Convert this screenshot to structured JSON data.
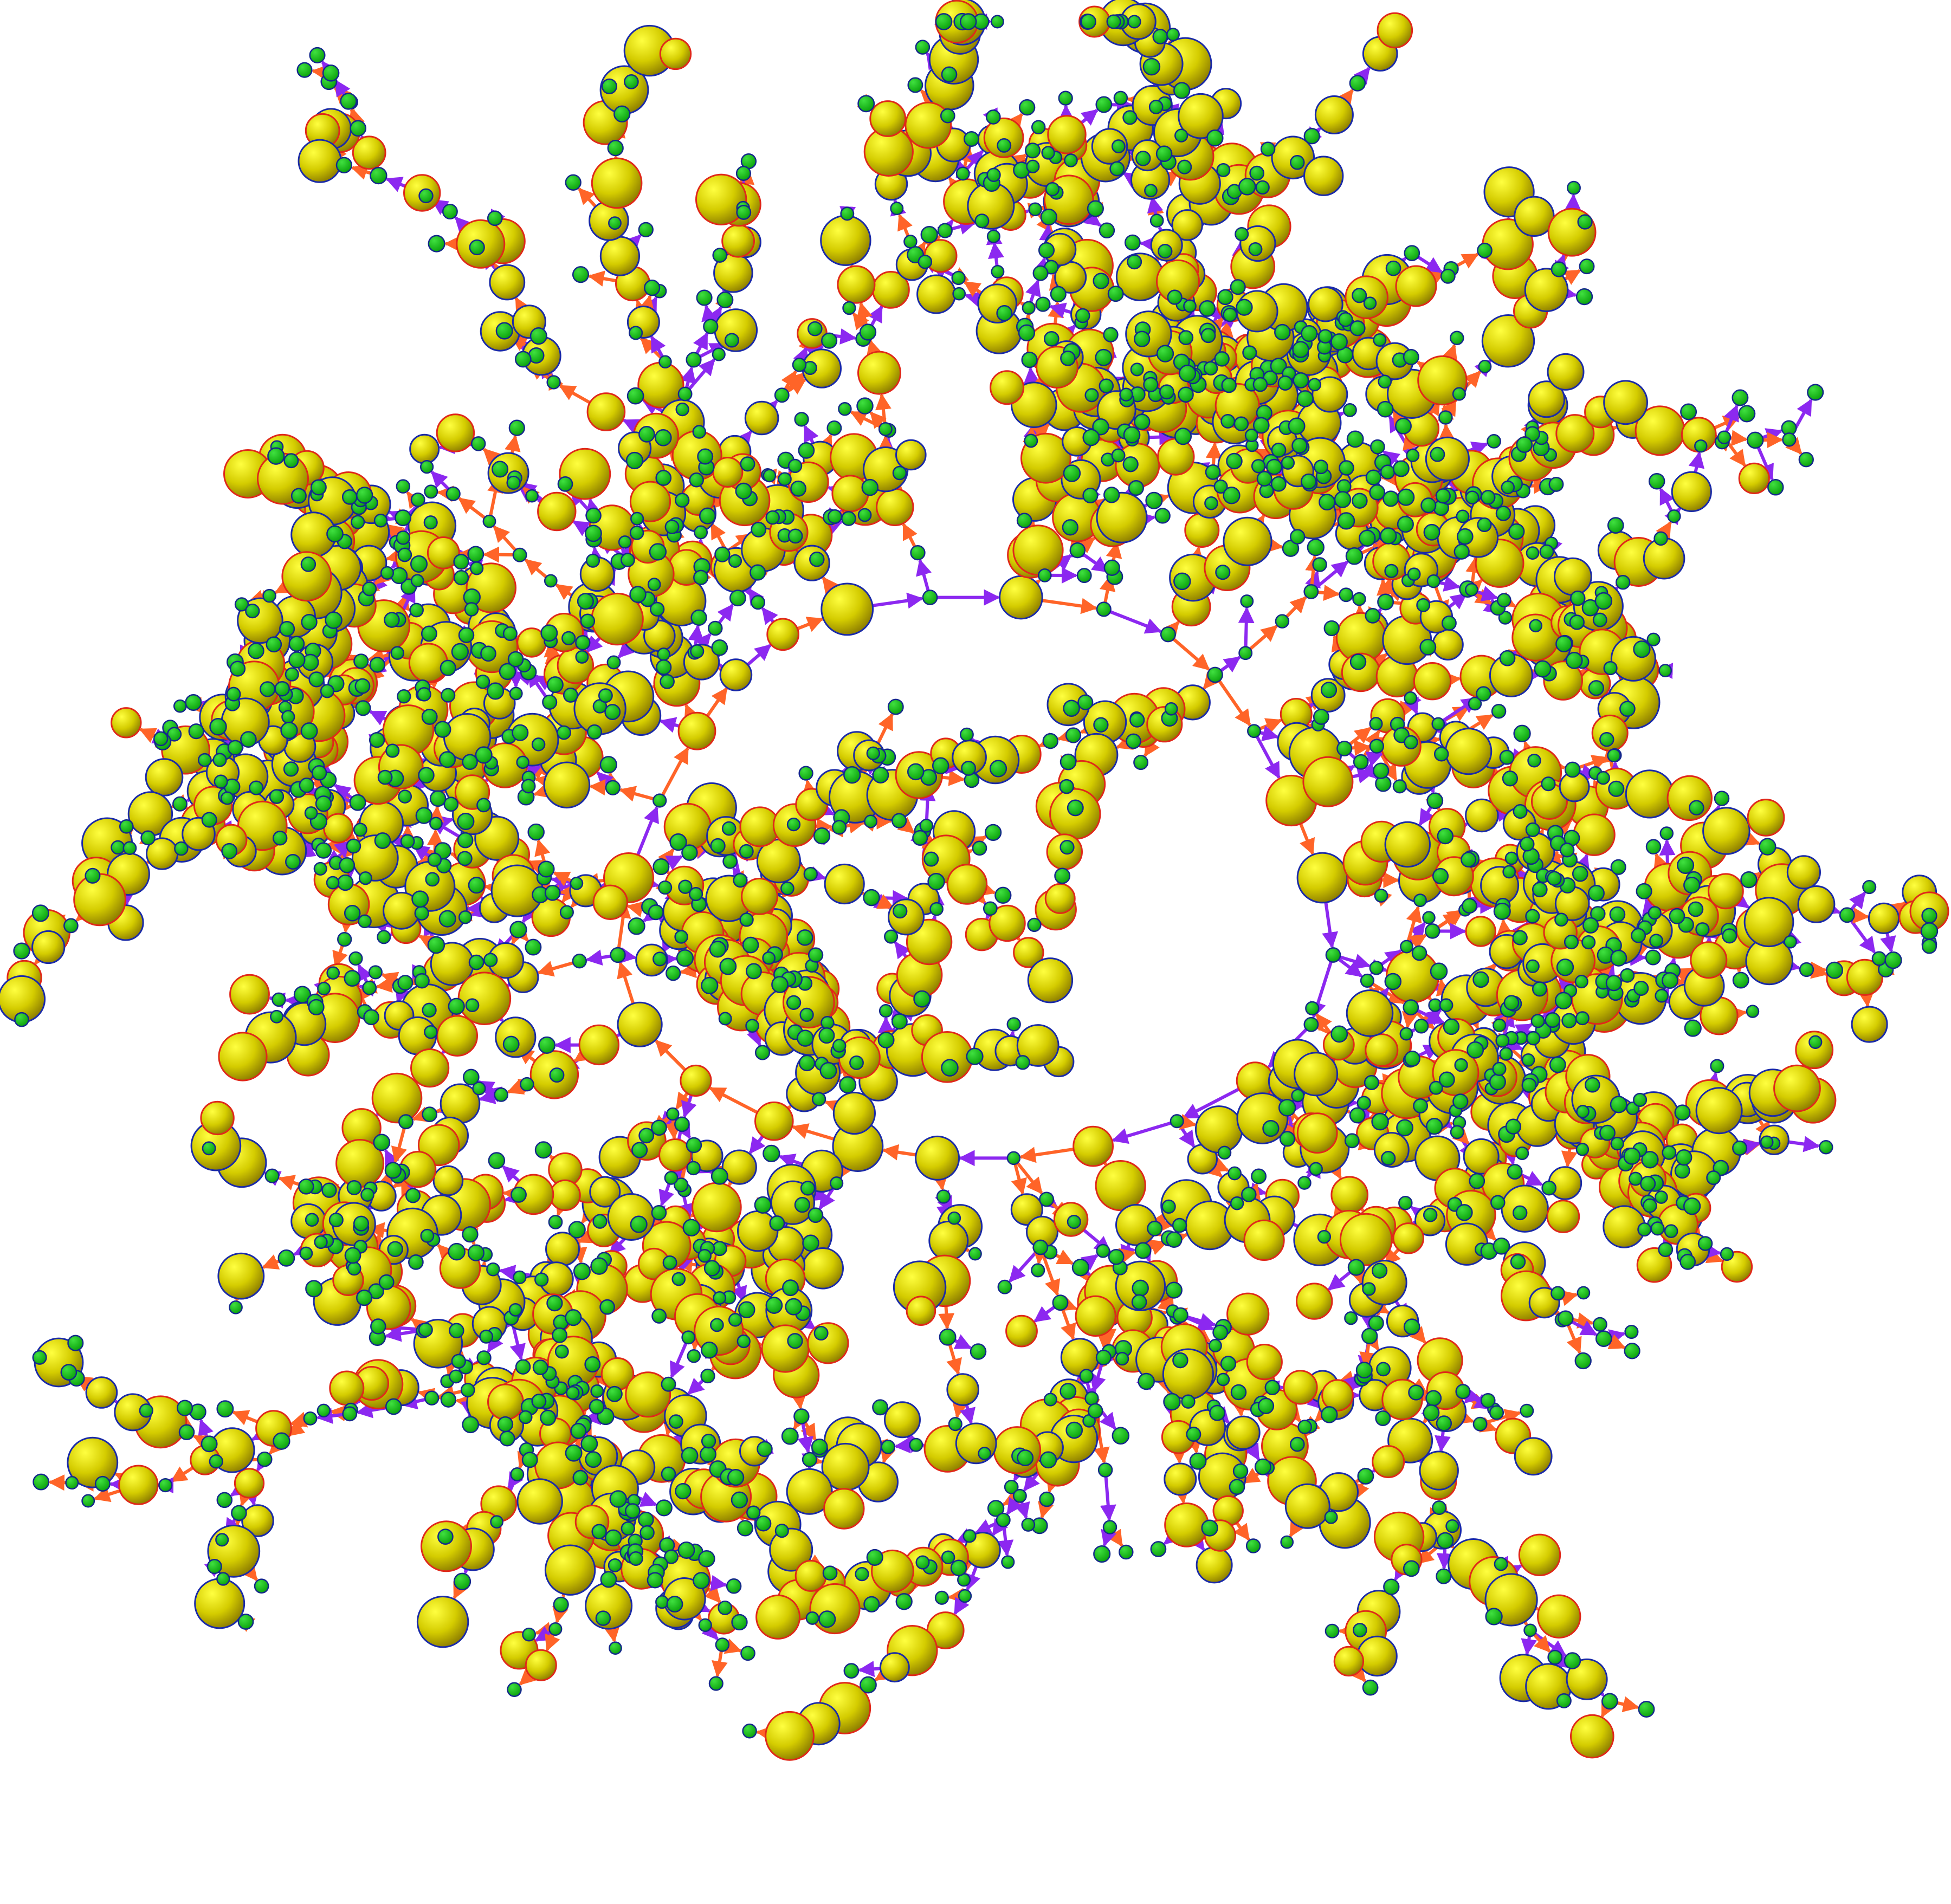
{
  "diagram": {
    "type": "network-graph",
    "layout": "radial-tree",
    "background": "#ffffff",
    "labels_shown": false,
    "colors": {
      "node_large_fill": "#d4cc00",
      "node_large_fill_highlight": "#ffff40",
      "node_large_fill_shadow": "#8a7a00",
      "node_large_stroke_blue": "#1a2aa8",
      "node_large_stroke_red": "#e0281a",
      "node_small_fill": "#0aa00a",
      "node_small_fill_highlight": "#40e040",
      "node_small_stroke": "#14288c",
      "edge_orange": "#ff6428",
      "edge_purple": "#8c28f0"
    },
    "node_types": [
      "large-yellow-node",
      "small-green-node"
    ],
    "edge_types": [
      "orange-arrow-edge",
      "purple-arrow-edge"
    ]
  }
}
